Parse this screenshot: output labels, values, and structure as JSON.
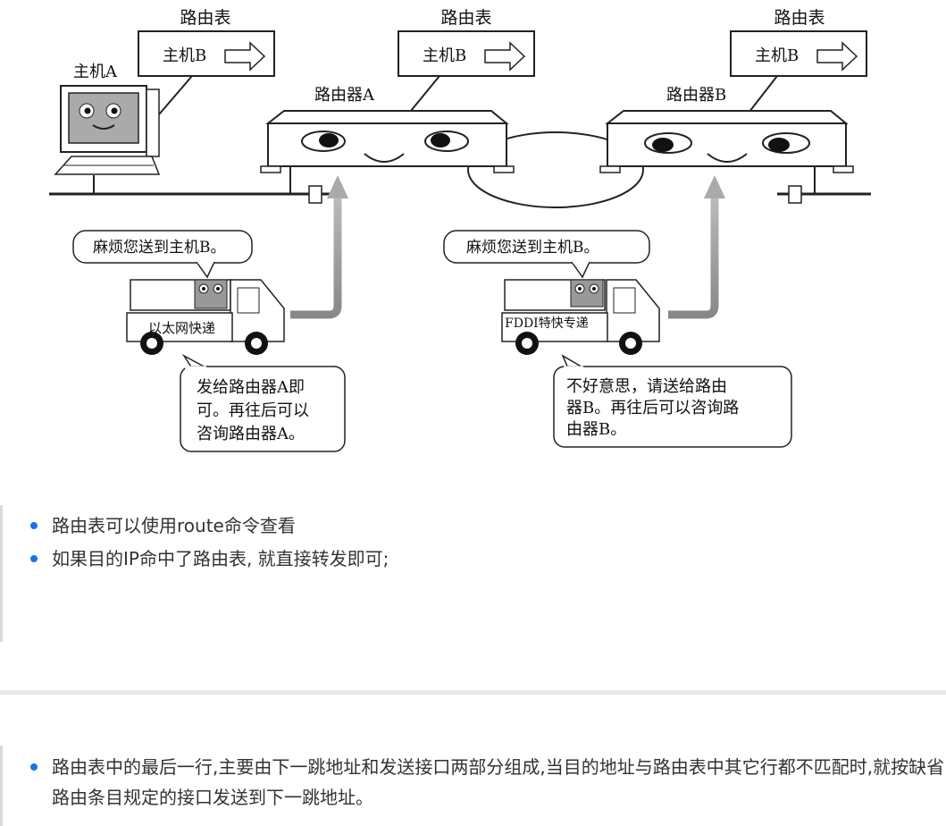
{
  "figure": {
    "routing_table_label": "路由表",
    "table_entry_host": "主机B",
    "host_a_label": "主机A",
    "router_a_label": "路由器A",
    "router_b_label": "路由器B",
    "bubble_request": "麻烦您送到主机B。",
    "truck_ethernet_label": "以太网快递",
    "truck_fddi_label": "FDDI特快专递",
    "reply_a_lines": [
      "发给路由器A即",
      "可。再往后可以",
      "咨询路由器A。"
    ],
    "reply_b_lines": [
      "不好意思，请送给路由",
      "器B。再往后可以咨询路",
      "由器B。"
    ]
  },
  "notes_top": [
    "路由表可以使用route命令查看",
    "如果目的IP命中了路由表, 就直接转发即可;"
  ],
  "notes_bottom": [
    "路由表中的最后一行,主要由下一跳地址和发送接口两部分组成,当目的地址与路由表中其它行都不匹配时,就按缺省路由条目规定的接口发送到下一跳地址。"
  ],
  "colors": {
    "bullet": "#1a73e8",
    "quote_bar": "#d9d9d9",
    "separator": "#e9e9e9"
  }
}
